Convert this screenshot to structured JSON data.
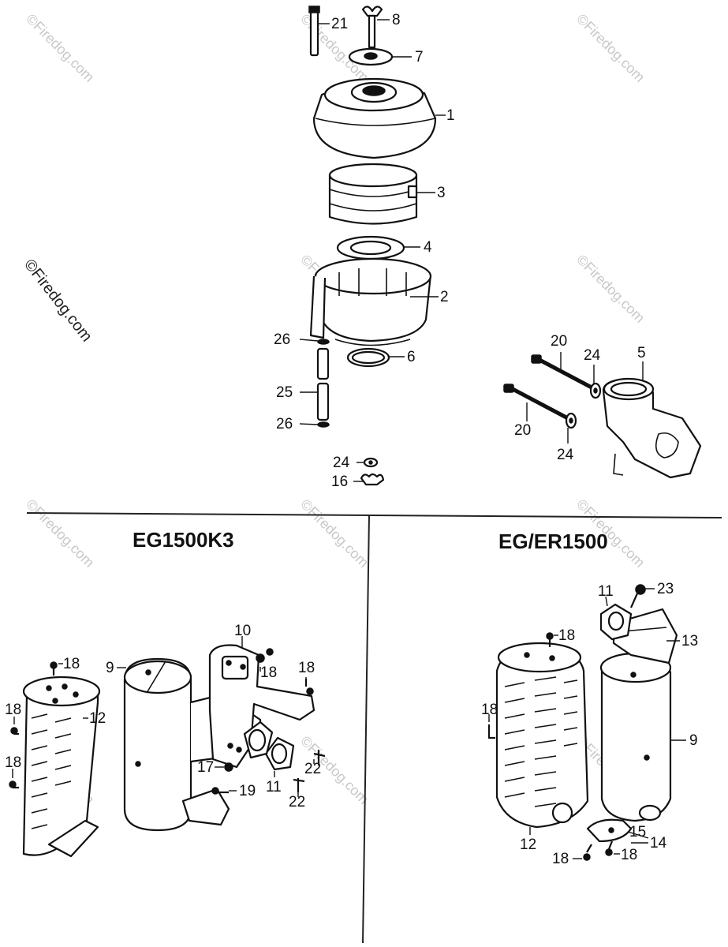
{
  "watermark": "©Firedog.com",
  "sections": {
    "left_model": "EG1500K3",
    "right_model": "EG/ER1500"
  },
  "callouts": {
    "c21": "21",
    "c8": "8",
    "c7": "7",
    "c1": "1",
    "c3": "3",
    "c4": "4",
    "c2": "2",
    "c26a": "26",
    "c6": "6",
    "c25": "25",
    "c26b": "26",
    "c24a": "24",
    "c16": "16",
    "c20a": "20",
    "c24b": "24",
    "c5": "5",
    "c20b": "20",
    "c24c": "24",
    "l10": "10",
    "l9": "9",
    "l18a": "18",
    "l18b": "18",
    "l18c": "18",
    "l12": "12",
    "l18d": "18",
    "l18e": "18",
    "l17": "17",
    "l19": "19",
    "l11": "11",
    "l22a": "22",
    "l22b": "22",
    "r11": "11",
    "r23": "23",
    "r13": "13",
    "r18a": "18",
    "r18b": "18",
    "r9": "9",
    "r12": "12",
    "r15": "15",
    "r14": "14",
    "r18c": "18",
    "r18d": "18"
  }
}
